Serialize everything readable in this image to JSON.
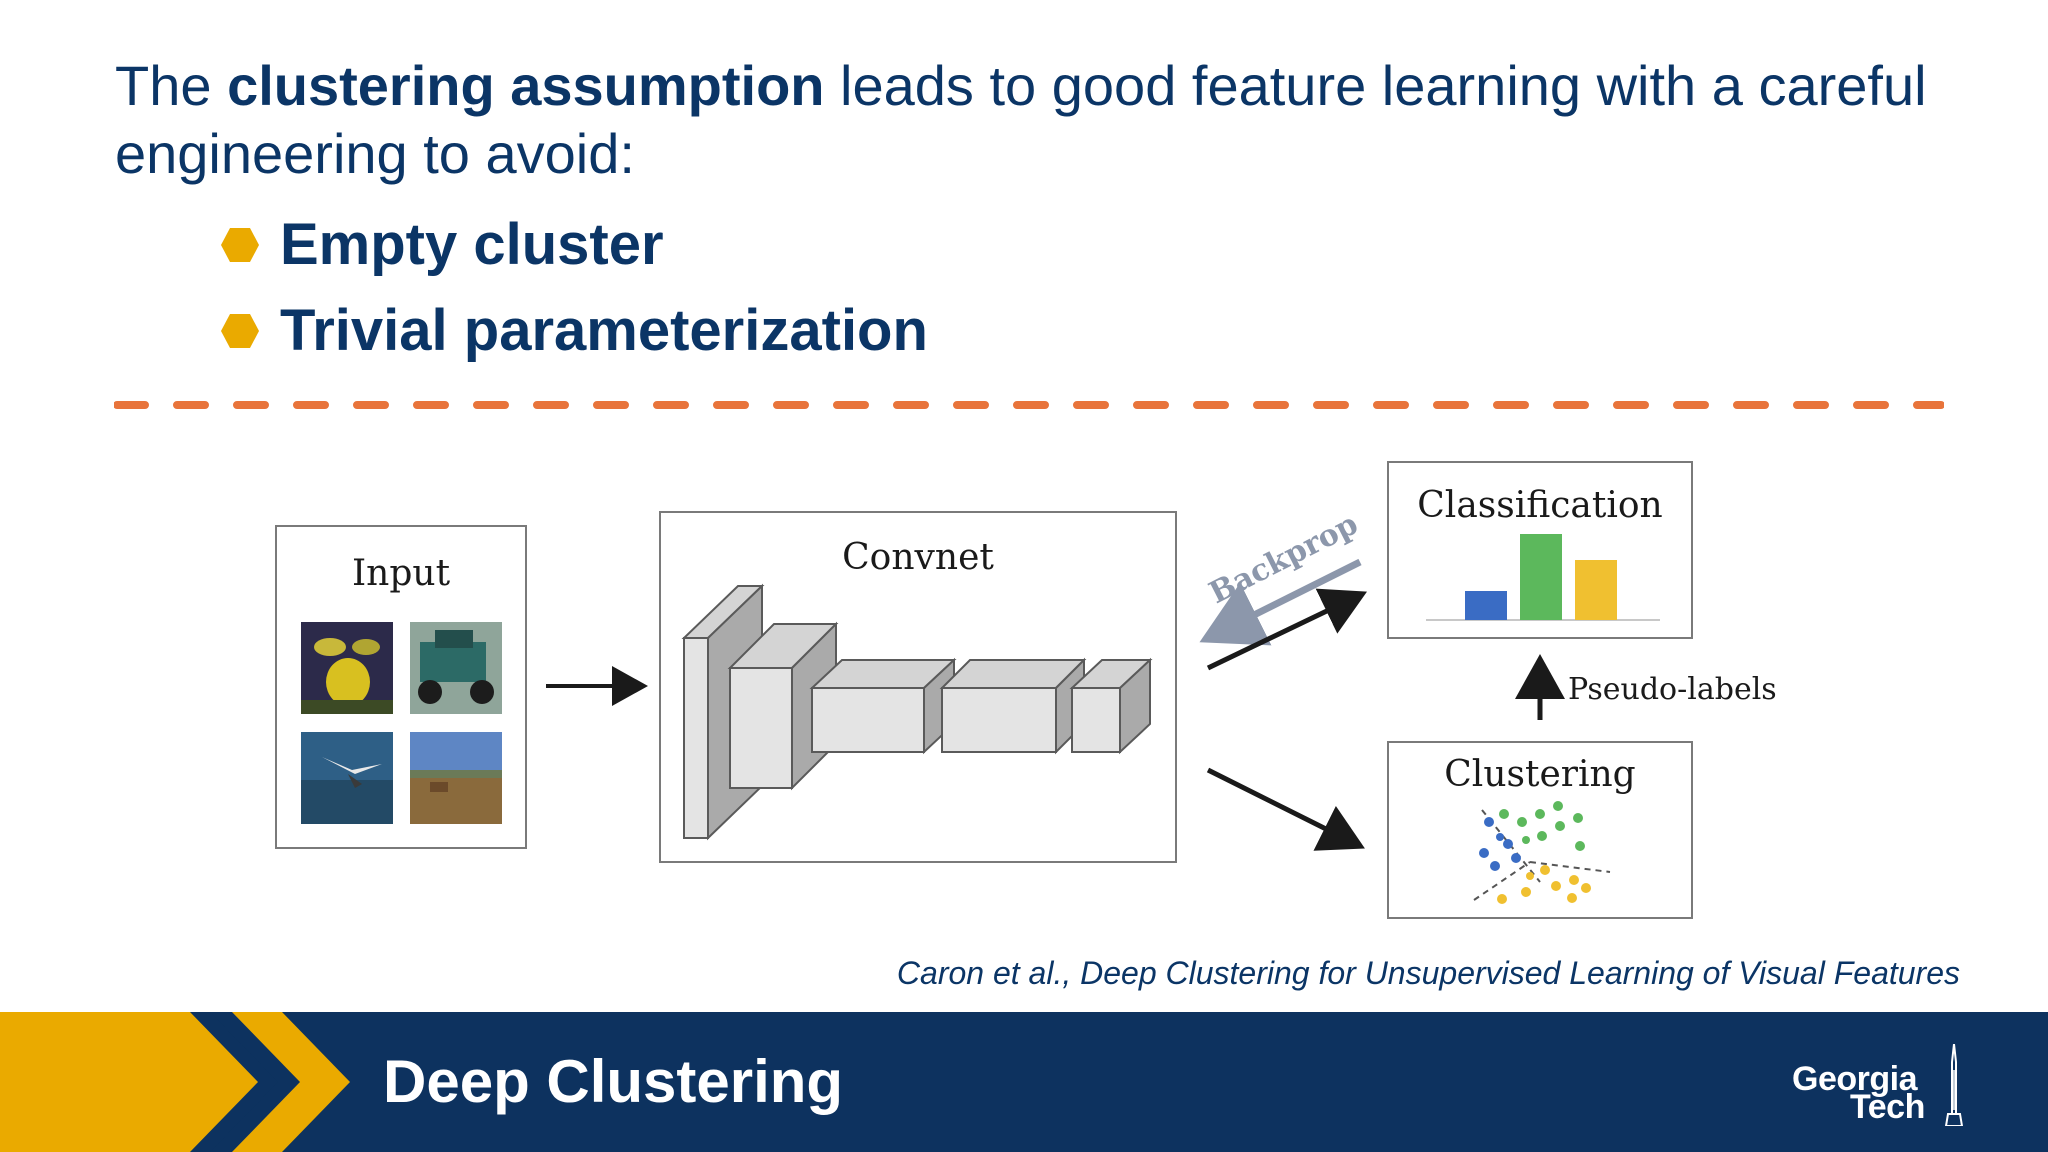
{
  "headline": {
    "prefix": "The ",
    "emphasis": "clustering assumption",
    "suffix": " leads to good feature learning with a careful engineering to avoid:"
  },
  "bullets": [
    {
      "label": "Empty cluster"
    },
    {
      "label": "Trivial parameterization"
    }
  ],
  "diagram": {
    "input_label": "Input",
    "convnet_label": "Convnet",
    "backprop_label": "Backprop",
    "classification_label": "Classification",
    "pseudo_labels_label": "Pseudo-labels",
    "clustering_label": "Clustering"
  },
  "citation": "Caron et al., Deep Clustering for Unsupervised Learning of Visual Features",
  "footer": {
    "title": "Deep Clustering",
    "logo_line1": "Georgia",
    "logo_line2": "Tech"
  },
  "colors": {
    "navy": "#0b3566",
    "gold": "#eaaa00",
    "orange_divider": "#e8743b",
    "footer_bg": "#0d325f",
    "bar_blue": "#3a6cc4",
    "bar_green": "#5cb85c",
    "bar_yellow": "#f0c030"
  },
  "icons": {
    "bullet": "hexagon-icon",
    "logo": "georgia-tech-logo"
  }
}
